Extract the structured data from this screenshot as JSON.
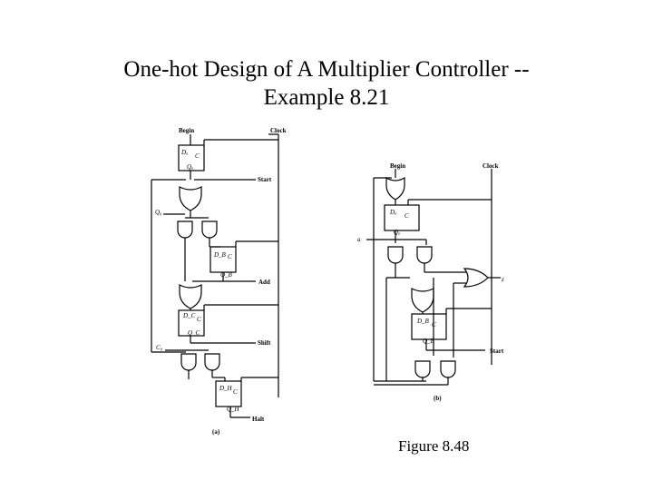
{
  "slide": {
    "title_line1": "One-hot Design of A Multiplier Controller --",
    "title_line2": "Example 8.21",
    "caption": "Figure 8.48"
  },
  "diagram_a": {
    "begin": "Begin",
    "clock": "Clock",
    "start": "Start",
    "add": "Add",
    "shift": "Shift",
    "halt": "Halt",
    "q0_in": "Q₀",
    "c0_in": "C₀",
    "ff_a_d": "Dₐ",
    "ff_a_q": "Qₐ",
    "ff_b_d": "D_B",
    "ff_b_q": "Q_B",
    "ff_c_d": "D_C",
    "ff_c_q": "Q_C",
    "ff_h_d": "D_H",
    "ff_h_q": "Q_H",
    "ff_clock": "C",
    "sublabel": "(a)"
  },
  "diagram_b": {
    "begin": "Begin",
    "clock": "Clock",
    "a_in": "a",
    "z_out": "z",
    "start": "Start",
    "ff_a_d": "Dₐ",
    "ff_a_q": "Qₐ",
    "ff_b_d": "D_B",
    "ff_b_q": "Q_B",
    "ff_clock": "C",
    "sublabel": "(b)"
  }
}
